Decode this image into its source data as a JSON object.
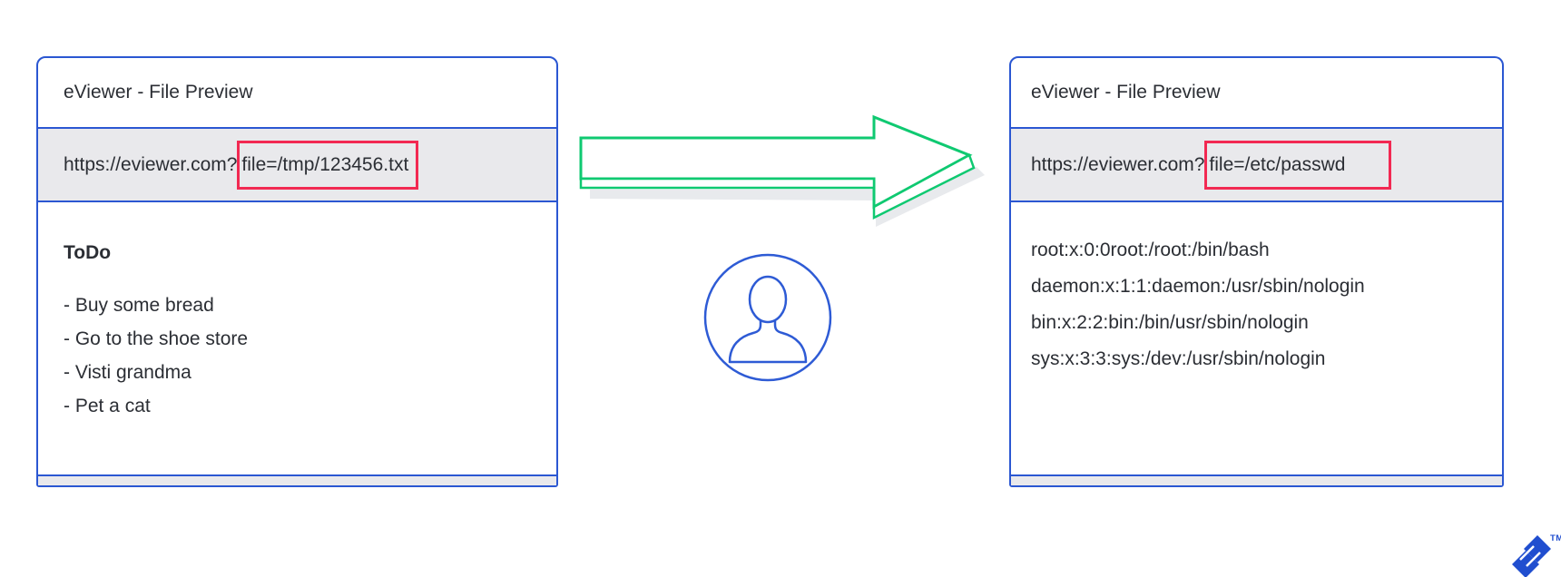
{
  "left_window": {
    "title": "eViewer - File Preview",
    "url_prefix": "https://eviewer.com?",
    "url_highlighted": "file=/tmp/123456.txt",
    "content_heading": "ToDo",
    "content_items": [
      "- Buy some bread",
      "- Go to the shoe store",
      "- Visti grandma",
      "- Pet a cat"
    ]
  },
  "right_window": {
    "title": "eViewer - File Preview",
    "url_prefix": "https://eviewer.com?",
    "url_highlighted": "file=/etc/passwd",
    "content_lines": [
      "root:x:0:0root:/root:/bin/bash",
      "daemon:x:1:1:daemon:/usr/sbin/nologin",
      "bin:x:2:2:bin:/bin/usr/sbin/nologin",
      "sys:x:3:3:sys:/dev:/usr/sbin/nologin"
    ]
  },
  "icons": {
    "arrow": "green-right-arrow",
    "user": "person-in-circle",
    "logo": "brand-mark"
  },
  "branding": {
    "trademark": "TM"
  },
  "colors": {
    "window_border": "#2b57d2",
    "url_bar_bg": "#e9e9ec",
    "highlight_box": "#f22952",
    "arrow_green": "#0fc971",
    "icon_blue": "#2e5bd5",
    "logo_blue": "#204ecf",
    "text": "#2b2e34"
  }
}
